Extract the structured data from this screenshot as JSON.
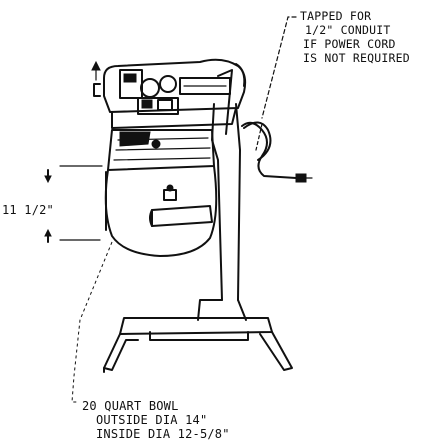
{
  "diagram": {
    "callout_top": {
      "lines": [
        "TAPPED FOR",
        "1/2\" CONDUIT",
        "IF POWER CORD",
        "IS NOT REQUIRED"
      ]
    },
    "dimension": {
      "label": "11 1/2\""
    },
    "callout_bottom": {
      "lines": [
        "20 QUART BOWL",
        "OUTSIDE DIA 14\"",
        "INSIDE DIA 12-5/8\""
      ]
    }
  }
}
